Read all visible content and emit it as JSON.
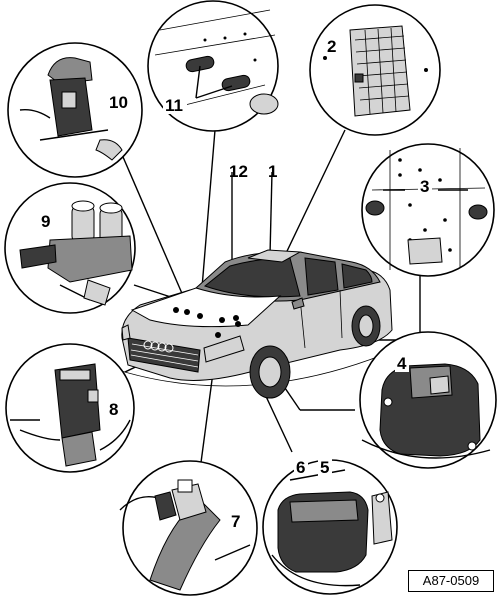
{
  "figure_ref": "A87-0509",
  "callouts": [
    "1",
    "2",
    "3",
    "4",
    "5",
    "6",
    "7",
    "8",
    "9",
    "10",
    "11",
    "12"
  ]
}
